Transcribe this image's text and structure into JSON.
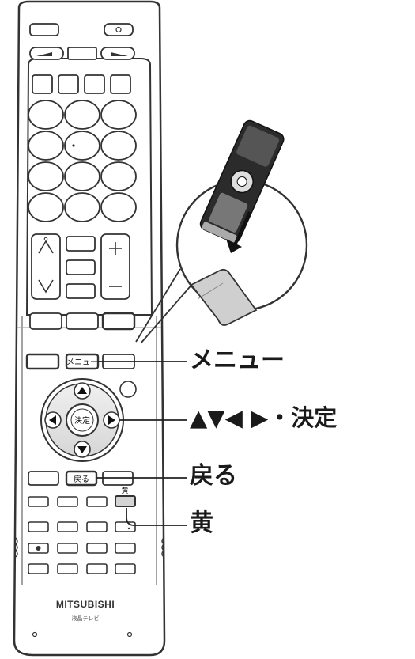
{
  "remote": {
    "brand": "MITSUBISHI",
    "sub_brand": "液晶テレビ",
    "button_labels": {
      "menu": "メニュー",
      "enter": "決定",
      "back": "戻る",
      "yellow": "黄"
    }
  },
  "callouts": {
    "menu": "メニュー",
    "nav": "▲▼◀ ▶・決定",
    "back": "戻る",
    "yellow": "黄"
  },
  "colors": {
    "body_fill": "#ffffff",
    "outline": "#333333",
    "button_fill": "#ffffff",
    "dpad_ring_fill": "#e6e6e6",
    "yellow_button_fill": "#d4d4d4"
  }
}
